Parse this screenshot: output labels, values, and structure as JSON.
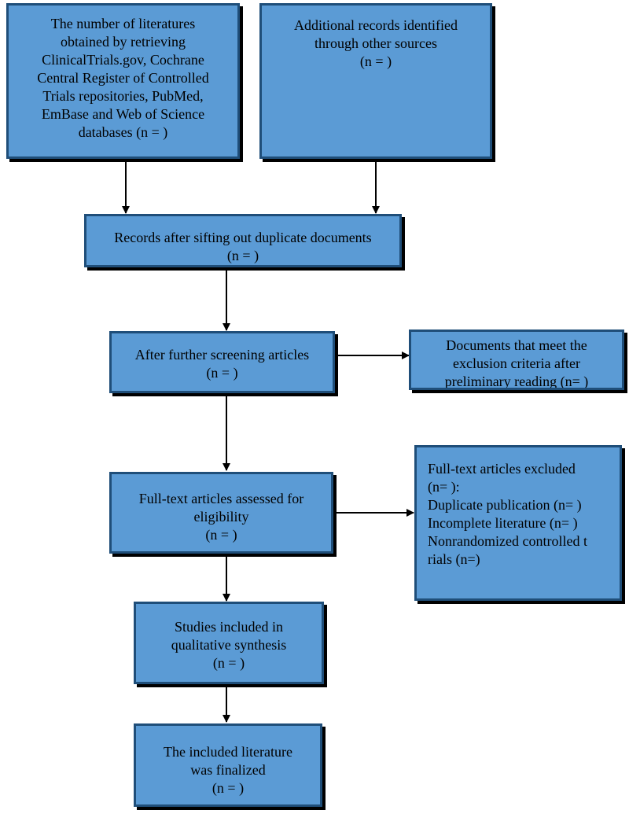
{
  "boxes": {
    "identification": {
      "lines": [
        "The number of literatures",
        "obtained by retrieving",
        "ClinicalTrials.gov, Cochrane",
        "Central Register of Controlled",
        "Trials repositories, PubMed,",
        "EmBase and Web of Science",
        "databases (n = )"
      ]
    },
    "other_sources": {
      "lines": [
        "Additional records identified",
        "through other sources",
        "(n = )"
      ]
    },
    "deduplicated": {
      "lines": [
        "Records after sifting out duplicate documents",
        "(n = )"
      ]
    },
    "screening": {
      "lines": [
        "After further screening articles",
        "(n =  )"
      ]
    },
    "excluded_preliminary": {
      "lines": [
        "Documents that meet the",
        "exclusion criteria after",
        "preliminary reading (n= )"
      ]
    },
    "eligibility": {
      "lines": [
        "Full-text articles assessed for",
        "eligibility",
        "(n =  )"
      ]
    },
    "fulltext_excluded": {
      "lines": [
        "Full-text articles excluded",
        "(n=  ):",
        "Duplicate publication (n= )",
        "Incomplete literature (n= )",
        "Nonrandomized controlled t",
        "rials (n=)"
      ]
    },
    "qualitative": {
      "lines": [
        "Studies included in",
        "qualitative synthesis",
        "(n =  )"
      ]
    },
    "final": {
      "lines": [
        "The included literature",
        "was finalized",
        "(n =  )"
      ]
    }
  },
  "colors": {
    "box_fill": "#5b9bd5",
    "box_border": "#1f4e79",
    "arrow": "#000000"
  }
}
